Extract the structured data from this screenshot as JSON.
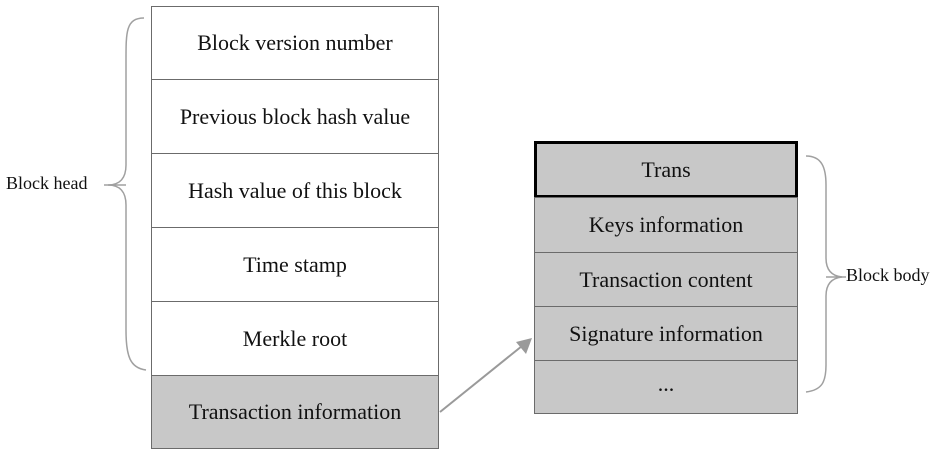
{
  "block_head": {
    "label": "Block head",
    "rows": [
      "Block version number",
      "Previous block hash value",
      "Hash value of this block",
      "Time stamp",
      "Merkle root",
      "Transaction information"
    ]
  },
  "block_body": {
    "label": "Block body",
    "rows": [
      "Trans",
      "Keys information",
      "Transaction content",
      "Signature information",
      "..."
    ]
  },
  "colors": {
    "white_cell": "#ffffff",
    "gray_cell": "#c8c8c8",
    "border": "#6b6b6b",
    "arrow": "#9a9a9a"
  }
}
